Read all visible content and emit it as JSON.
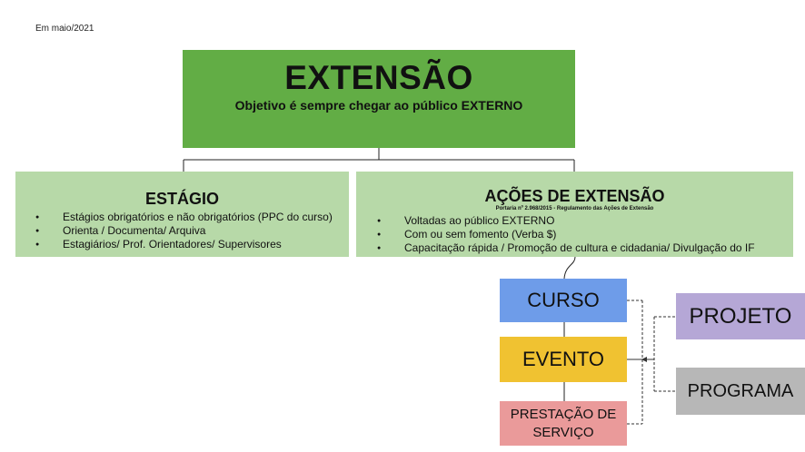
{
  "date_note": "Em maio/2021",
  "main": {
    "title": "EXTENSÃO",
    "subtitle": "Objetivo é sempre chegar ao público EXTERNO"
  },
  "estagio": {
    "title": "ESTÁGIO",
    "items": [
      "Estágios obrigatórios e não obrigatórios (PPC do curso)",
      "Orienta / Documenta/ Arquiva",
      "Estagiários/ Prof. Orientadores/ Supervisores"
    ]
  },
  "acoes": {
    "title": "AÇÕES DE EXTENSÃO",
    "subtitle": "Portaria nº 2.968/2015 - Regulamento das Ações de Extensão",
    "items": [
      "Voltadas ao público EXTERNO",
      "Com ou sem fomento (Verba $)",
      "Capacitação rápida / Promoção de cultura e cidadania/ Divulgação do IF"
    ]
  },
  "types": {
    "curso": "CURSO",
    "evento": "EVENTO",
    "servico_line1": "PRESTAÇÃO DE",
    "servico_line2": "SERVIÇO"
  },
  "groups": {
    "projeto": "PROJETO",
    "programa": "PROGRAMA"
  },
  "colors": {
    "main_green": "#62ad45",
    "light_green": "#b7d9a8",
    "curso_blue": "#6e9ce9",
    "evento_yellow": "#f0c231",
    "servico_pink": "#ea9a9a",
    "projeto_purple": "#b5a7d6",
    "programa_gray": "#b7b7b7"
  }
}
